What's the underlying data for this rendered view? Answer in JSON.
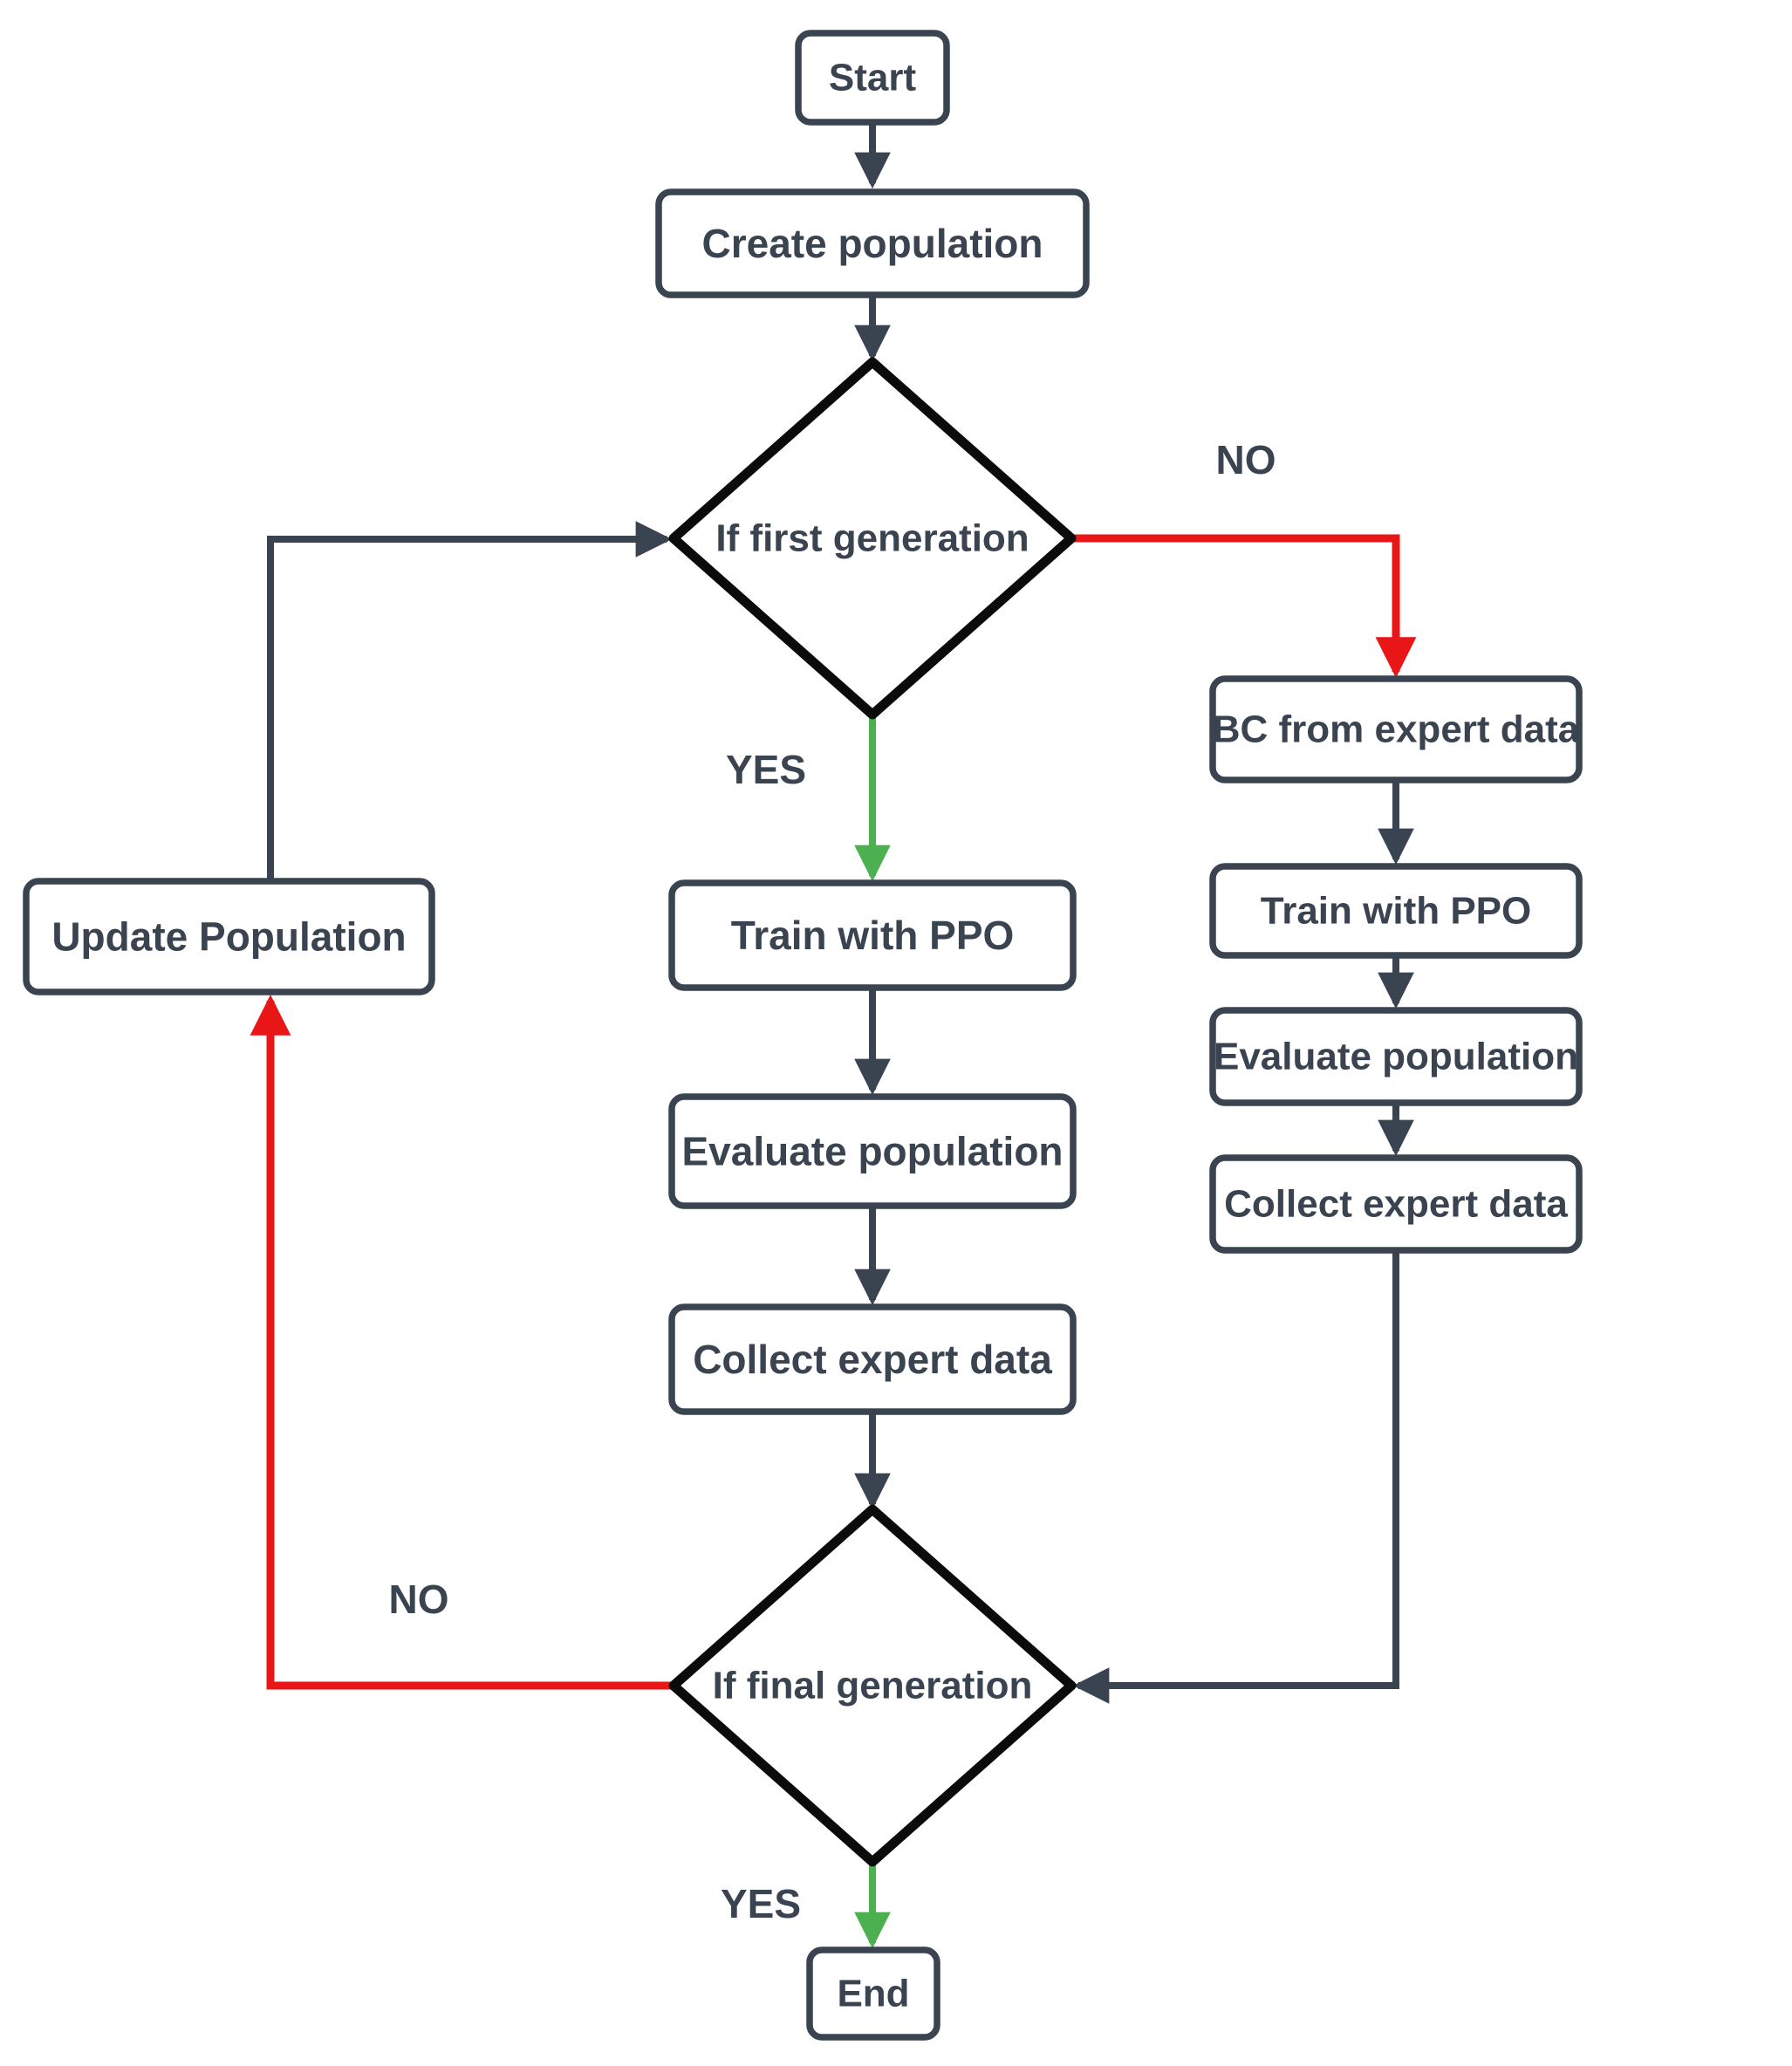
{
  "diagram": {
    "type": "flowchart",
    "colors": {
      "node_fill": "#ffffff",
      "node_border": "#3a4350",
      "decision_border": "#0b0b0b",
      "text": "#3a4350",
      "edge": "#3a4350",
      "edge_no": "#e81616",
      "edge_yes": "#4caf50",
      "background": "#ffffff"
    },
    "nodes": [
      {
        "id": "start",
        "type": "terminator",
        "label": "Start"
      },
      {
        "id": "create-population",
        "type": "process",
        "label": "Create population"
      },
      {
        "id": "if-first-generation",
        "type": "decision",
        "label": "If first generation"
      },
      {
        "id": "bc-from-expert-data",
        "type": "process",
        "label": "BC from expert data"
      },
      {
        "id": "train-with-ppo-main",
        "type": "process",
        "label": "Train with PPO"
      },
      {
        "id": "evaluate-population-main",
        "type": "process",
        "label": "Evaluate population"
      },
      {
        "id": "collect-expert-data-main",
        "type": "process",
        "label": "Collect expert data"
      },
      {
        "id": "train-with-ppo-right",
        "type": "process",
        "label": "Train with PPO"
      },
      {
        "id": "evaluate-population-right",
        "type": "process",
        "label": "Evaluate population"
      },
      {
        "id": "collect-expert-data-right",
        "type": "process",
        "label": "Collect expert data"
      },
      {
        "id": "update-population",
        "type": "process",
        "label": "Update Population"
      },
      {
        "id": "if-final-generation",
        "type": "decision",
        "label": "If final generation"
      },
      {
        "id": "end",
        "type": "terminator",
        "label": "End"
      }
    ],
    "edges": [
      {
        "id": "start-to-create",
        "from": "start",
        "to": "create-population",
        "label": "",
        "color": "default"
      },
      {
        "id": "create-to-if-first",
        "from": "create-population",
        "to": "if-first-generation",
        "label": "",
        "color": "default"
      },
      {
        "id": "if-first-no-to-bc",
        "from": "if-first-generation",
        "to": "bc-from-expert-data",
        "label": "NO",
        "color": "no"
      },
      {
        "id": "if-first-yes-to-train",
        "from": "if-first-generation",
        "to": "train-with-ppo-main",
        "label": "YES",
        "color": "yes"
      },
      {
        "id": "train-to-evaluate-main",
        "from": "train-with-ppo-main",
        "to": "evaluate-population-main",
        "label": "",
        "color": "default"
      },
      {
        "id": "evaluate-to-collect-main",
        "from": "evaluate-population-main",
        "to": "collect-expert-data-main",
        "label": "",
        "color": "default"
      },
      {
        "id": "collect-to-if-final",
        "from": "collect-expert-data-main",
        "to": "if-final-generation",
        "label": "",
        "color": "default"
      },
      {
        "id": "bc-to-train-right",
        "from": "bc-from-expert-data",
        "to": "train-with-ppo-right",
        "label": "",
        "color": "default"
      },
      {
        "id": "train-to-evaluate-right",
        "from": "train-with-ppo-right",
        "to": "evaluate-population-right",
        "label": "",
        "color": "default"
      },
      {
        "id": "evaluate-to-collect-right",
        "from": "evaluate-population-right",
        "to": "collect-expert-data-right",
        "label": "",
        "color": "default"
      },
      {
        "id": "collect-right-to-if-final",
        "from": "collect-expert-data-right",
        "to": "if-final-generation",
        "label": "",
        "color": "default"
      },
      {
        "id": "if-final-no-to-update",
        "from": "if-final-generation",
        "to": "update-population",
        "label": "NO",
        "color": "no"
      },
      {
        "id": "if-final-yes-to-end",
        "from": "if-final-generation",
        "to": "end",
        "label": "YES",
        "color": "yes"
      },
      {
        "id": "update-to-if-first",
        "from": "update-population",
        "to": "if-first-generation",
        "label": "",
        "color": "default"
      }
    ]
  }
}
